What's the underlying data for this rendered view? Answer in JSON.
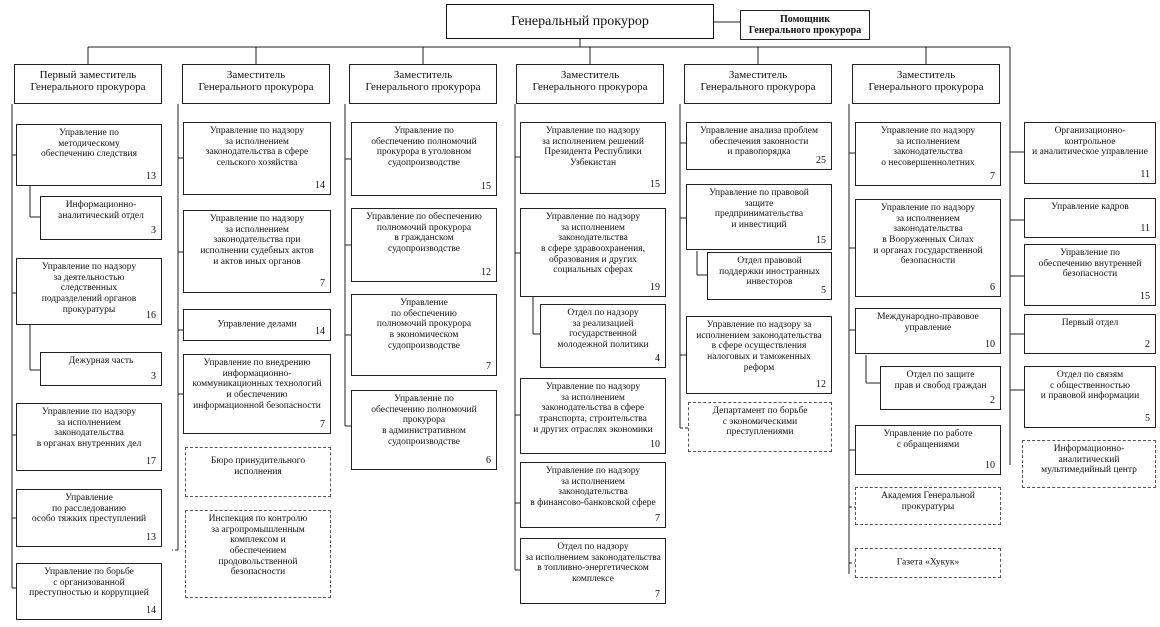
{
  "top": {
    "gp": "Генеральный прокурор",
    "assistant": "Помощник\nГенерального прокурора"
  },
  "deputies": [
    "Первый заместитель\nГенерального прокурора",
    "Заместитель\nГенерального прокурора",
    "Заместитель\nГенерального прокурора",
    "Заместитель\nГенерального прокурора",
    "Заместитель\nГенерального прокурора",
    "Заместитель\nГенерального прокурора"
  ],
  "col1": [
    {
      "t": "Управление по\nметодическому\nобеспечению следствия",
      "n": "13"
    },
    {
      "t": "Информационно-\nаналитический отдел",
      "n": "3"
    },
    {
      "t": "Управление по надзору\nза деятельностью\nследственных\nподразделений органов\nпрокуратуры",
      "n": "16"
    },
    {
      "t": "Дежурная часть",
      "n": "3"
    },
    {
      "t": "Управление по надзору\nза исполнением\nзаконодательства\nв органах внутренних дел",
      "n": "17"
    },
    {
      "t": "Управление\nпо расследованию\nособо тяжких преступлений",
      "n": "13"
    },
    {
      "t": "Управление по борьбе\nс организованной\nпреступностью и коррупцией",
      "n": "14"
    }
  ],
  "col2": [
    {
      "t": "Управление по надзору\nза исполнением\nзаконодательства в сфере\nсельского хозяйства",
      "n": "14"
    },
    {
      "t": "Управление по надзору\nза исполнением\nзаконодательства при\nисполнении судебных актов\nи актов иных органов",
      "n": "7"
    },
    {
      "t": "Управление делами",
      "n": "14"
    },
    {
      "t": "Управление по внедрению\nинформационно-\nкоммуникационных технологий\nи обеспечению\nинформационной безопасности",
      "n": "7"
    },
    {
      "t": "Бюро принудительного\nисполнения",
      "n": ""
    },
    {
      "t": "Инспекция по контролю\nза агропромышленным\nкомплексом и\nобеспечением\nпродовольственной\nбезопасности",
      "n": ""
    }
  ],
  "col3": [
    {
      "t": "Управление по\nобеспечению полномочий\nпрокурора в уголовном\nсудопроизводстве",
      "n": "15"
    },
    {
      "t": "Управление по обеспечению\nполномочий прокурора\nв гражданском\nсудопроизводстве",
      "n": "12"
    },
    {
      "t": "Управление\nпо обеспечению\nполномочий прокурора\nв экономическом\nсудопроизводстве",
      "n": "7"
    },
    {
      "t": "Управление по\nобеспечению полномочий\nпрокурора\nв административном\nсудопроизводстве",
      "n": "6"
    }
  ],
  "col4": [
    {
      "t": "Управление по надзору\nза исполнением решений\nПрезидента Республики\nУзбекистан",
      "n": "15"
    },
    {
      "t": "Управление по надзору\nза исполнением\nзаконодательства\nв сфере здравоохранения,\nобразования и других\nсоциальных сферах",
      "n": "19"
    },
    {
      "t": "Отдел по надзору\nза реализацией\nгосударственной\nмолодежной политики",
      "n": "4"
    },
    {
      "t": "Управление по надзору\nза исполнением\nзаконодательства в сфере\nтранспорта, строительства\nи других отраслях экономики",
      "n": "10"
    },
    {
      "t": "Управление по надзору\nза исполнением\nзаконодательства\nв финансово-банковской сфере",
      "n": "7"
    },
    {
      "t": "Отдел по надзору\nза исполнением законодательства\nв топливно-энергетическом\nкомплексе",
      "n": "7"
    }
  ],
  "col5": [
    {
      "t": "Управление анализа проблем\nобеспечения законности\nи правопорядка",
      "n": "25"
    },
    {
      "t": "Управление по правовой\nзащите\nпредпринимательства\nи инвестиций",
      "n": "15"
    },
    {
      "t": "Отдел правовой\nподдержки иностранных\nинвесторов",
      "n": "5"
    },
    {
      "t": "Управление по надзору за\nисполнением законодательства\nв сфере осуществления\nналоговых и таможенных\nреформ",
      "n": "12"
    },
    {
      "t": "Департамент по борьбе\nс экономическими\nпреступлениями",
      "n": ""
    }
  ],
  "col6": [
    {
      "t": "Управление по надзору\nза исполнением\nзаконодательства\nо несовершеннолетних",
      "n": "7"
    },
    {
      "t": "Управление по надзору\nза исполнением\nзаконодательства\nв Вооруженных Силах\nи органах государственной\nбезопасности",
      "n": "6"
    },
    {
      "t": "Международно-правовое\nуправление",
      "n": "10"
    },
    {
      "t": "Отдел по защите\nправ и свобод граждан",
      "n": "2"
    },
    {
      "t": "Управление по работе\nс обращениями",
      "n": "10"
    },
    {
      "t": "Академия Генеральной\nпрокуратуры",
      "n": ""
    },
    {
      "t": "Газета «Хукук»",
      "n": ""
    }
  ],
  "col7": [
    {
      "t": "Организационно-\nконтрольное\nи аналитическое управление",
      "n": "11"
    },
    {
      "t": "Управление кадров",
      "n": "11"
    },
    {
      "t": "Управление по\nобеспечению внутренней\nбезопасности",
      "n": "15"
    },
    {
      "t": "Первый отдел",
      "n": "2"
    },
    {
      "t": "Отдел по связям\nс общественностью\nи правовой информации",
      "n": "5"
    },
    {
      "t": "Информационно-\nаналитический\nмультимедийный центр",
      "n": ""
    }
  ]
}
